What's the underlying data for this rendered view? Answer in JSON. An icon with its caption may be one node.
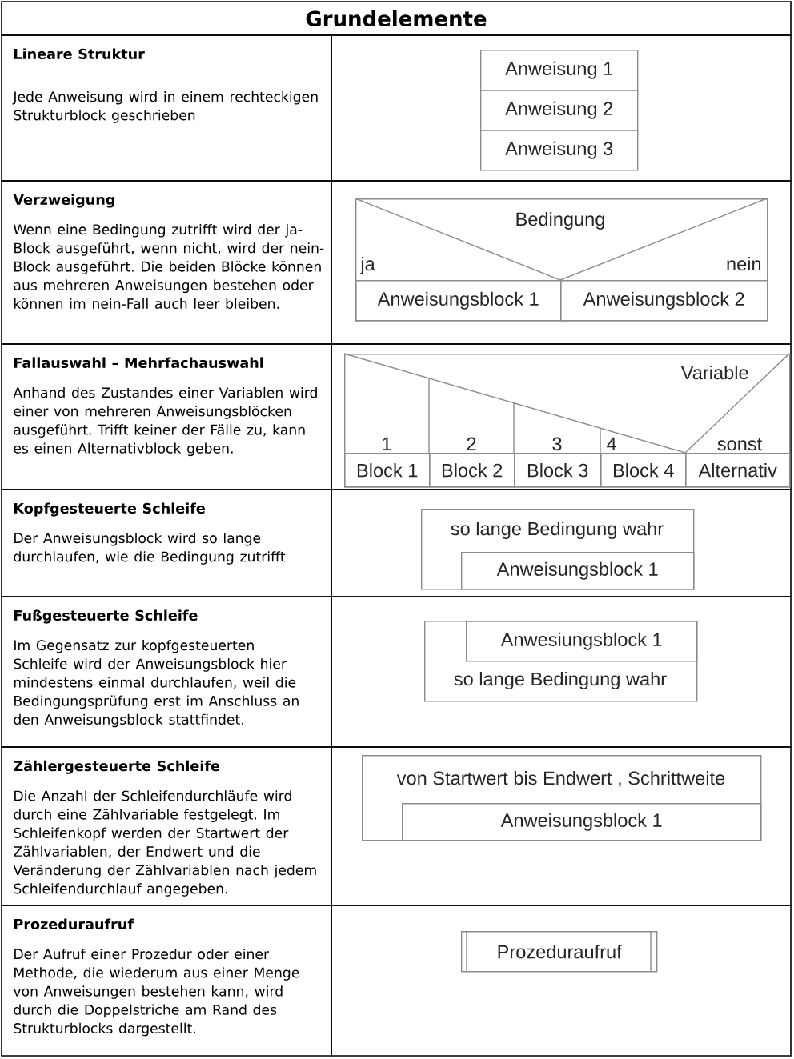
{
  "diagram": {
    "title": "Grundelemente",
    "nodes": [
      {
        "text": [
          "Lineare Struktur",
          "Jede Anweisung wird in einem rechteckigen Strukturblock geschrieben"
        ]
      },
      {
        "text": [
          "Anweisung 1"
        ]
      },
      {
        "text": [
          "Anweisung 2"
        ]
      },
      {
        "text": [
          "Anweisung 3"
        ]
      },
      {
        "text": [
          "Verzweigung",
          "Wenn eine Bedingung zutrifft wird der ja-Block ausgeführt, wenn nicht, wird der nein-Block ausgeführt. Die beiden Blöcke können aus mehreren Anweisungen bestehen oder können im nein-Fall auch leer bleiben."
        ]
      },
      {
        "text": [
          "Bedingung",
          "ja",
          "nein"
        ]
      },
      {
        "text": [
          "Anweisungsblock 1"
        ],
        "in": 5
      },
      {
        "text": [
          "Anweisungsblock 2"
        ],
        "in": 5
      },
      {
        "text": [
          "Fallauswahl – Mehrfachauswahl",
          "Anhand des Zustandes einer Variablen wird einer von mehreren Anweisungsblöcken ausgeführt. Trifft keiner der Fälle zu, kann es einen Alternativblock geben."
        ]
      },
      {
        "text": [
          "Variable",
          "1",
          "2",
          "3",
          "4",
          "sonst"
        ]
      },
      {
        "text": [
          "Block 1"
        ],
        "in": 9
      },
      {
        "text": [
          "Block 2"
        ],
        "in": 9
      },
      {
        "text": [
          "Block 3"
        ],
        "in": 9
      },
      {
        "text": [
          "Block 4"
        ],
        "in": 9
      },
      {
        "text": [
          "Alternativ"
        ],
        "in": 9
      },
      {
        "text": [
          "Kopfgesteuerte Schleife",
          "Der Anweisungsblock wird so lange durchlaufen, wie die Bedingung zutrifft"
        ]
      },
      {
        "text": [
          "so lange Bedingung wahr"
        ]
      },
      {
        "text": [
          "Anweisungsblock 1"
        ],
        "in": 16
      },
      {
        "text": [
          "Fußgesteuerte Schleife",
          "Im Gegensatz zur kopfgesteuerten Schleife wird der Anweisungsblock hier mindestens einmal durchlaufen, weil die Bedingungsprüfung erst im Anschluss an den Anweisungsblock stattfindet."
        ]
      },
      {
        "text": [
          "so lange Bedingung wahr"
        ]
      },
      {
        "text": [
          "Anwesiungsblock 1"
        ],
        "in": 19
      },
      {
        "text": [
          "Zählergesteuerte Schleife",
          "Die Anzahl der Schleifendurchläufe wird durch eine Zählvariable festgelegt. Im Schleifenkopf werden der Startwert der Zählvariablen, der Endwert und die Veränderung der Zählvariablen nach jedem Schleifendurchlauf angegeben."
        ]
      },
      {
        "text": [
          "von Startwert bis Endwert , Schrittweite"
        ]
      },
      {
        "text": [
          "Anweisungsblock 1"
        ],
        "in": 22
      },
      {
        "text": [
          "Prozeduraufruf",
          "Der Aufruf einer Prozedur oder einer Methode, die wiederum aus einer Menge von Anweisungen bestehen kann, wird durch die Doppelstriche am Rand des Strukturblocks dargestellt."
        ]
      },
      {
        "text": [
          "Prozeduraufruf"
        ]
      }
    ]
  }
}
